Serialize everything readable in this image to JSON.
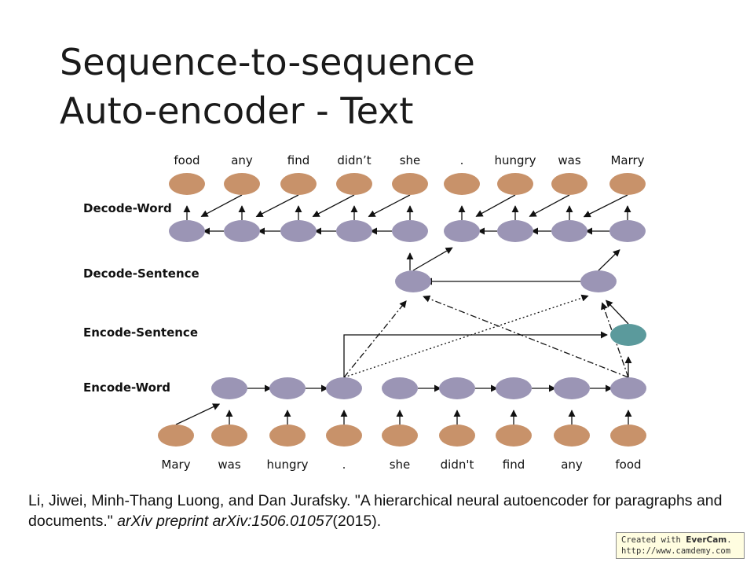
{
  "slide": {
    "title_line1": "Sequence-to-sequence",
    "title_line2": "Auto-encoder - Text"
  },
  "diagram": {
    "layer_labels": {
      "decode_word": "Decode-Word",
      "decode_sentence": "Decode-Sentence",
      "encode_sentence": "Encode-Sentence",
      "encode_word": "Encode-Word"
    },
    "input_words": [
      "Mary",
      "was",
      "hungry",
      ".",
      "she",
      "didn't",
      "find",
      "any",
      "food"
    ],
    "output_words": [
      "food",
      "any",
      "find",
      "didn’t",
      "she",
      ".",
      "hungry",
      "was",
      "Marry"
    ],
    "colors": {
      "word_node": "#c8926a",
      "hidden_node": "#9b95b5",
      "sentence_node": "#5b9a9c",
      "edge": "#111111"
    }
  },
  "citation": {
    "part1": "Li, Jiwei, Minh-Thang Luong, and Dan Jurafsky. \"A hierarchical neural autoencoder for paragraphs and documents.\" ",
    "venue": "arXiv preprint arXiv:1506.01057",
    "year": "(2015)."
  },
  "watermark": {
    "line1_prefix": "Created with ",
    "brand": "EverCam",
    "line1_suffix": ".",
    "url": "http://www.camdemy.com"
  }
}
